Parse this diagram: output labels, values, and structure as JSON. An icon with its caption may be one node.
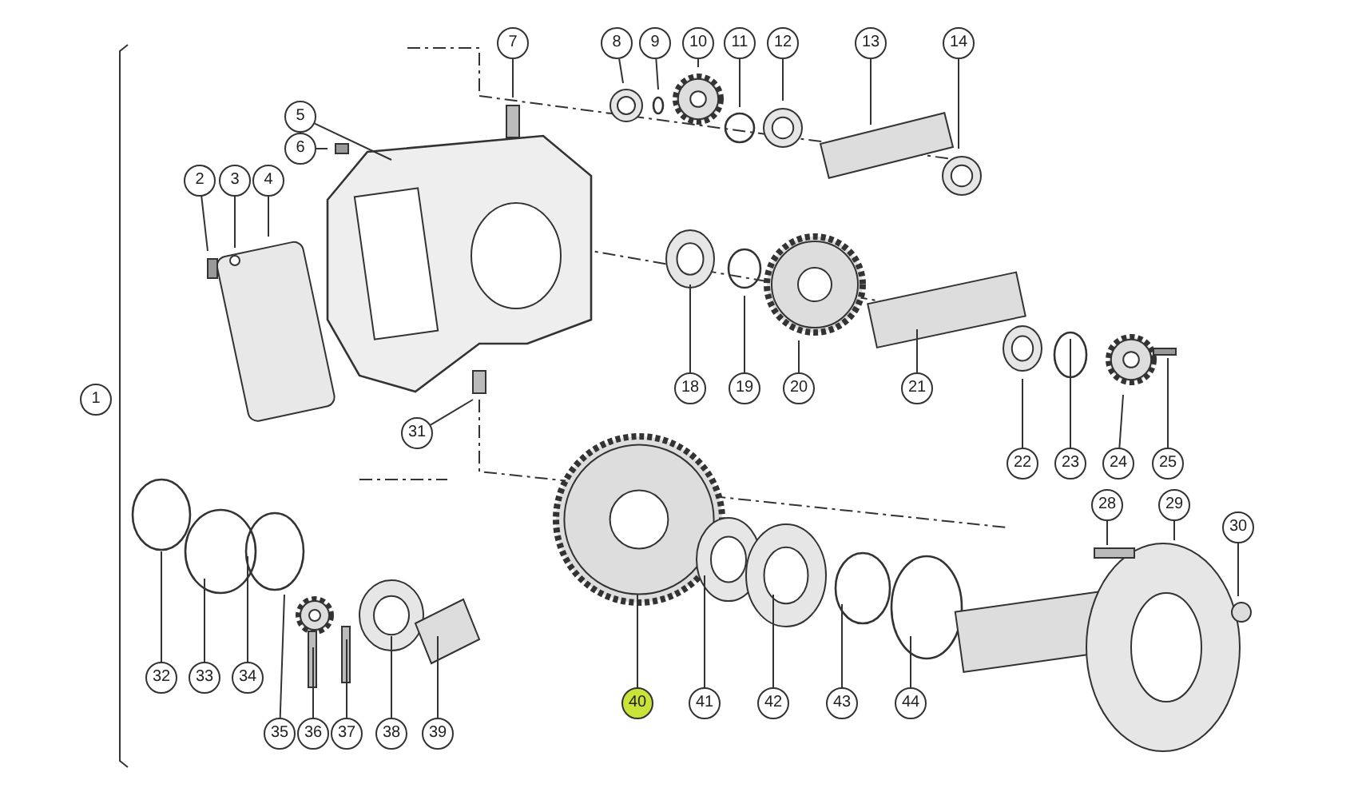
{
  "diagram": {
    "nodes": [
      {
        "text": [
          "1"
        ]
      },
      {
        "text": [
          "2"
        ]
      },
      {
        "text": [
          "3"
        ]
      },
      {
        "text": [
          "4"
        ]
      },
      {
        "text": [
          "5"
        ]
      },
      {
        "text": [
          "6"
        ]
      },
      {
        "text": [
          "7"
        ]
      },
      {
        "text": [
          "8"
        ]
      },
      {
        "text": [
          "9"
        ]
      },
      {
        "text": [
          "10"
        ]
      },
      {
        "text": [
          "11"
        ]
      },
      {
        "text": [
          "12"
        ]
      },
      {
        "text": [
          "13"
        ]
      },
      {
        "text": [
          "14"
        ]
      },
      {
        "text": [
          "18"
        ]
      },
      {
        "text": [
          "19"
        ]
      },
      {
        "text": [
          "20"
        ]
      },
      {
        "text": [
          "21"
        ]
      },
      {
        "text": [
          "22"
        ]
      },
      {
        "text": [
          "23"
        ]
      },
      {
        "text": [
          "24"
        ]
      },
      {
        "text": [
          "25"
        ]
      },
      {
        "text": [
          "28"
        ]
      },
      {
        "text": [
          "29"
        ]
      },
      {
        "text": [
          "30"
        ]
      },
      {
        "text": [
          "31"
        ]
      },
      {
        "text": [
          "32"
        ]
      },
      {
        "text": [
          "33"
        ]
      },
      {
        "text": [
          "34"
        ]
      },
      {
        "text": [
          "35"
        ]
      },
      {
        "text": [
          "36"
        ]
      },
      {
        "text": [
          "37"
        ]
      },
      {
        "text": [
          "38"
        ]
      },
      {
        "text": [
          "39"
        ]
      },
      {
        "text": [
          "40"
        ]
      },
      {
        "text": [
          "41"
        ]
      },
      {
        "text": [
          "42"
        ]
      },
      {
        "text": [
          "43"
        ]
      },
      {
        "text": [
          "44"
        ]
      }
    ],
    "edges": [
      {
        "from": 1,
        "to": null,
        "arrow": "none"
      },
      {
        "from": 2,
        "to": null,
        "arrow": "none"
      },
      {
        "from": 3,
        "to": null,
        "arrow": "none"
      },
      {
        "from": 4,
        "to": null,
        "arrow": "none"
      },
      {
        "from": 5,
        "to": null,
        "arrow": "none"
      },
      {
        "from": 6,
        "to": null,
        "arrow": "none"
      },
      {
        "from": 7,
        "to": null,
        "arrow": "none"
      },
      {
        "from": 8,
        "to": null,
        "arrow": "none"
      },
      {
        "from": 9,
        "to": null,
        "arrow": "none"
      },
      {
        "from": 10,
        "to": null,
        "arrow": "none"
      },
      {
        "from": 11,
        "to": null,
        "arrow": "none"
      },
      {
        "from": 12,
        "to": null,
        "arrow": "none"
      },
      {
        "from": 13,
        "to": null,
        "arrow": "none"
      },
      {
        "from": 14,
        "to": null,
        "arrow": "none"
      },
      {
        "from": 15,
        "to": null,
        "arrow": "none"
      },
      {
        "from": 16,
        "to": null,
        "arrow": "none"
      },
      {
        "from": 17,
        "to": null,
        "arrow": "none"
      },
      {
        "from": 18,
        "to": null,
        "arrow": "none"
      },
      {
        "from": 19,
        "to": null,
        "arrow": "none"
      },
      {
        "from": 20,
        "to": null,
        "arrow": "none"
      },
      {
        "from": 21,
        "to": null,
        "arrow": "none"
      },
      {
        "from": 22,
        "to": null,
        "arrow": "none"
      },
      {
        "from": 23,
        "to": null,
        "arrow": "none"
      },
      {
        "from": 24,
        "to": null,
        "arrow": "none"
      },
      {
        "from": 25,
        "to": null,
        "arrow": "none"
      },
      {
        "from": 26,
        "to": null,
        "arrow": "none"
      },
      {
        "from": 27,
        "to": null,
        "arrow": "none"
      },
      {
        "from": 28,
        "to": null,
        "arrow": "none"
      },
      {
        "from": 29,
        "to": null,
        "arrow": "none"
      },
      {
        "from": 30,
        "to": null,
        "arrow": "none"
      },
      {
        "from": 31,
        "to": null,
        "arrow": "none"
      },
      {
        "from": 32,
        "to": null,
        "arrow": "none"
      },
      {
        "from": 33,
        "to": null,
        "arrow": "none"
      },
      {
        "from": 34,
        "to": null,
        "arrow": "none"
      },
      {
        "from": 35,
        "to": null,
        "arrow": "none"
      },
      {
        "from": 36,
        "to": null,
        "arrow": "none"
      },
      {
        "from": 37,
        "to": null,
        "arrow": "none"
      },
      {
        "from": 38,
        "to": null,
        "arrow": "none"
      }
    ]
  }
}
